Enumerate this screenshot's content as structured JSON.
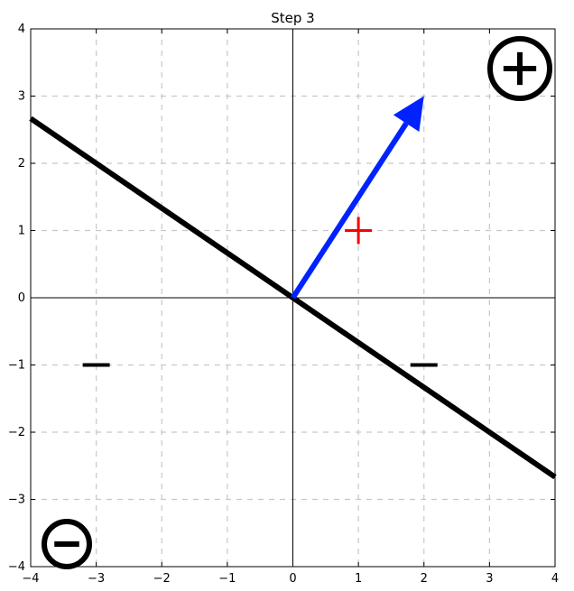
{
  "chart_data": {
    "type": "scatter",
    "title": "Step 3",
    "xlabel": "",
    "ylabel": "",
    "xlim": [
      -4,
      4
    ],
    "ylim": [
      -4,
      4
    ],
    "xticks": [
      -4,
      -3,
      -2,
      -1,
      0,
      1,
      2,
      3,
      4
    ],
    "yticks": [
      -4,
      -3,
      -2,
      -1,
      0,
      1,
      2,
      3,
      4
    ],
    "grid": true,
    "points": [
      {
        "x": 1,
        "y": 1,
        "class": "positive",
        "marker": "+",
        "color": "#ff0000"
      },
      {
        "x": -3,
        "y": -1,
        "class": "negative",
        "marker": "−",
        "color": "#000000"
      },
      {
        "x": 2,
        "y": -1,
        "class": "negative",
        "marker": "−",
        "color": "#000000"
      }
    ],
    "weight_vector": {
      "from": [
        0,
        0
      ],
      "to": [
        2,
        3
      ],
      "color": "#0022ff"
    },
    "decision_boundary": {
      "points": [
        [
          -4,
          2.6667
        ],
        [
          4,
          -2.6667
        ]
      ],
      "color": "#000000"
    },
    "region_markers": [
      {
        "symbol": "+",
        "region": "positive",
        "location": "top-right"
      },
      {
        "symbol": "−",
        "region": "negative",
        "location": "bottom-left"
      }
    ]
  }
}
